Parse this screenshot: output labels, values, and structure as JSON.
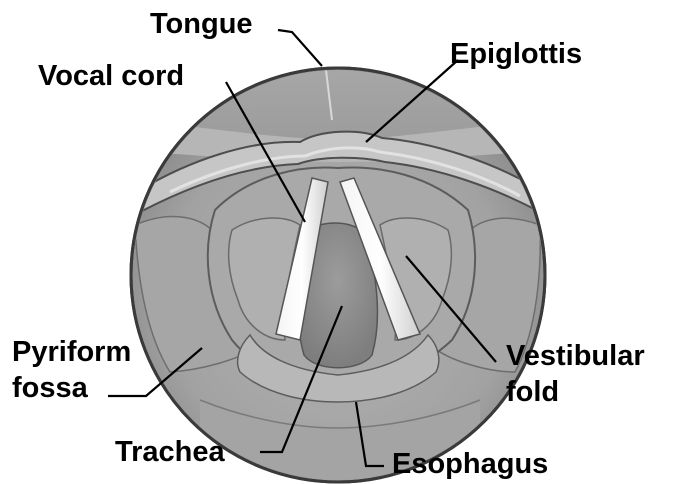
{
  "labels": {
    "tongue": "Tongue",
    "vocal_cord": "Vocal cord",
    "epiglottis": "Epiglottis",
    "pyriform_line1": "Pyriform",
    "pyriform_line2": "fossa",
    "vestibular_line1": "Vestibular",
    "vestibular_line2": "fold",
    "trachea": "Trachea",
    "esophagus": "Esophagus"
  }
}
